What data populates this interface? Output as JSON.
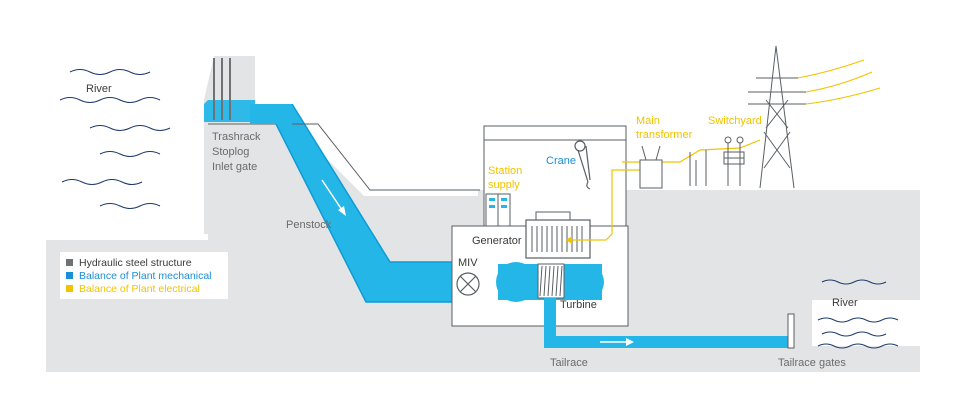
{
  "colors": {
    "ground": "#e3e4e5",
    "water": "#25b6e8",
    "water_dark": "#0d9bd6",
    "steel": "#6e7275",
    "electrical": "#f2c300",
    "outline": "#5a5f63",
    "wave": "#1f3b6e"
  },
  "labels": {
    "river_upper": "River",
    "trashrack": "Trashrack",
    "stoplog": "Stoplog",
    "inlet_gate": "Inlet gate",
    "penstock": "Penstock",
    "station_supply_1": "Station",
    "station_supply_2": "supply",
    "crane": "Crane",
    "main_transformer_1": "Main",
    "main_transformer_2": "transformer",
    "switchyard": "Switchyard",
    "generator": "Generator",
    "miv": "MIV",
    "turbine": "Turbine",
    "tailrace": "Tailrace",
    "tailrace_gates": "Tailrace gates",
    "river_lower": "River"
  },
  "legend": [
    {
      "label": "Hydraulic steel structure",
      "color": "#6e7275",
      "text_color": "#3a3a3a"
    },
    {
      "label": "Balance of Plant mechanical",
      "color": "#1a8fd6",
      "text_color": "#1a8fd6"
    },
    {
      "label": "Balance of Plant electrical",
      "color": "#f2c300",
      "text_color": "#f2c300"
    }
  ],
  "icons": [
    "crane-icon",
    "transformer-icon",
    "switchyard-icon",
    "power-pylon-icon",
    "generator-icon",
    "turbine-icon",
    "miv-valve-icon",
    "flow-arrow-icon",
    "wave-icon"
  ]
}
